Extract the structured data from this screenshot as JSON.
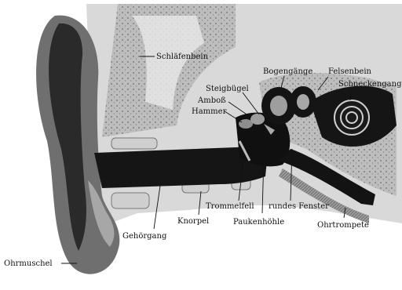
{
  "labels": {
    "schlaefenbein": "Schläfenbein",
    "bogengaenge": "Bogengänge",
    "felsenbein": "Felsenbein",
    "steigbuegel": "Steigbügel",
    "schneckengang": "Schneckengang",
    "amboss": "Amboß",
    "hammer": "Hammer",
    "trommelfell": "Trommelfell",
    "rundes_fenster": "rundes Fenster",
    "paukenhoehle": "Paukenhöhle",
    "ohrtrompete": "Ohrtrompete",
    "knorpel": "Knorpel",
    "gehoergang": "Gehörgang",
    "ohrmuschel": "Ohrmuschel"
  }
}
